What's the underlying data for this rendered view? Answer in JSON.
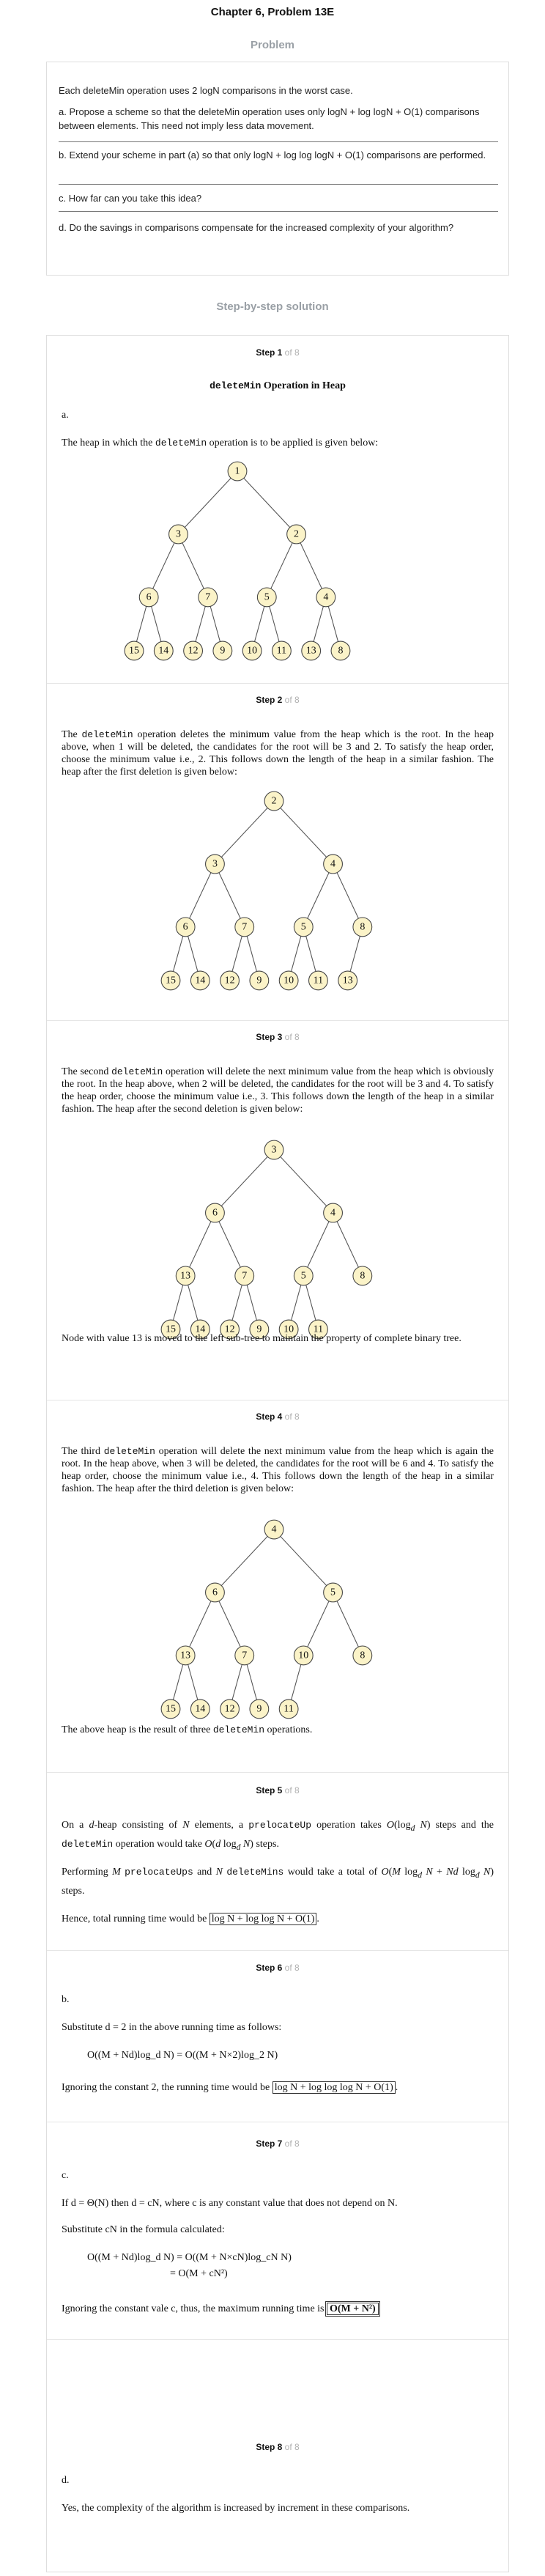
{
  "page": {
    "title": "Chapter 6, Problem 13E",
    "problem_header": "Problem",
    "solution_header": "Step-by-step solution"
  },
  "problem": {
    "intro": "Each deleteMin operation uses 2 logN comparisons in the worst case.",
    "a": "a. Propose a scheme so that the deleteMin operation uses only logN + log logN + O(1) comparisons between elements. This need not imply less data movement.",
    "b": "b. Extend your scheme in part (a) so that only logN + log log logN + O(1) comparisons are performed.",
    "c": "c. How far can you take this idea?",
    "d": "d. Do the savings in comparisons compensate for the increased complexity of your algorithm?"
  },
  "step_of": "of 8",
  "steps": {
    "s1": {
      "label": "Step 1",
      "heading_code": "deleteMin",
      "heading_rest": " Operation in Heap",
      "part": "a.",
      "text1": "The heap in which the ",
      "code": "deleteMin",
      "text2": " operation is to be applied is given below:",
      "heap": [
        "1",
        "3",
        "2",
        "6",
        "7",
        "5",
        "4",
        "15",
        "14",
        "12",
        "9",
        "10",
        "11",
        "13",
        "8"
      ]
    },
    "s2": {
      "label": "Step 2",
      "t1": "The ",
      "code": "deleteMin",
      "t2": " operation deletes the minimum value from the heap which is the root. In the heap above, when 1 will be deleted, the candidates for the root will be 3 and 2. To satisfy the heap order, choose the minimum value i.e., 2. This follows down the length of the heap in a similar fashion. The heap after the first deletion is given below:",
      "heap": [
        "2",
        "3",
        "4",
        "6",
        "7",
        "5",
        "8",
        "15",
        "14",
        "12",
        "9",
        "10",
        "11",
        "13"
      ]
    },
    "s3": {
      "label": "Step 3",
      "t1": "The second ",
      "code": "deleteMin",
      "t2": " operation will delete the next minimum value from the heap which is obviously the root. In the heap above, when 2 will be deleted, the candidates for the root will be 3 and 4. To satisfy the heap order, choose the minimum value i.e., 3. This follows down the length of the heap in a similar fashion. The heap after the second deletion is given below:",
      "heap": [
        "3",
        "6",
        "4",
        "13",
        "7",
        "5",
        "8",
        "15",
        "14",
        "12",
        "9",
        "10",
        "11"
      ],
      "note": "Node with value 13 is moved to the left sub-tree to maintain the property of complete binary tree."
    },
    "s4": {
      "label": "Step 4",
      "t1": "The third ",
      "code": "deleteMin",
      "t2": " operation will delete the next minimum value from the heap which is again the root. In the heap above, when 3 will be deleted, the candidates for the root will be 6 and 4. To satisfy the heap order, choose the minimum value i.e., 4. This follows down the length of the heap in a similar fashion. The heap after the third deletion is given below:",
      "heap": [
        "4",
        "6",
        "5",
        "13",
        "7",
        "10",
        "8",
        "15",
        "14",
        "12",
        "9",
        "11"
      ],
      "note1": "The above heap is the result of three ",
      "note_code": "deleteMin",
      "note2": " operations."
    },
    "s5": {
      "label": "Step 5",
      "p1a": "On a ",
      "p1b": "-heap consisting of ",
      "p1c": " elements, a ",
      "code1": "prelocateUp",
      "p1d": " operation takes ",
      "p1e": " steps and the ",
      "code2": "deleteMin",
      "p1f": " operation would take ",
      "p1g": " steps.",
      "p2a": "Performing ",
      "code3": "prelocateUps",
      "p2b": " and ",
      "code4": "deleteMins",
      "p2c": " would take a total of ",
      "p2d": " steps.",
      "p3": "Hence, total running time would be ",
      "result": "log N + log log N + O(1)"
    },
    "s6": {
      "label": "Step 6",
      "part": "b.",
      "p1": "Substitute d = 2 in the above running time as follows:",
      "eq": "O((M + Nd)log_d N) = O((M + N×2)log_2 N)",
      "p2": "Ignoring the constant 2, the running time would be ",
      "result": "log N + log log log N + O(1)"
    },
    "s7": {
      "label": "Step 7",
      "part": "c.",
      "p1": "If d = Θ(N) then d = cN, where c is any constant value that does not depend on N.",
      "p2": "Substitute cN in the formula calculated:",
      "eq1": "O((M + Nd)log_d N) = O((M + N×cN)log_cN N)",
      "eq2": "= O(M + cN²)",
      "p3": "Ignoring the constant vale c, thus, the maximum running time is ",
      "result": "O(M + N²)"
    },
    "s8": {
      "label": "Step 8",
      "part": "d.",
      "p1": "Yes, the complexity of the algorithm is increased by increment in these comparisons."
    }
  }
}
